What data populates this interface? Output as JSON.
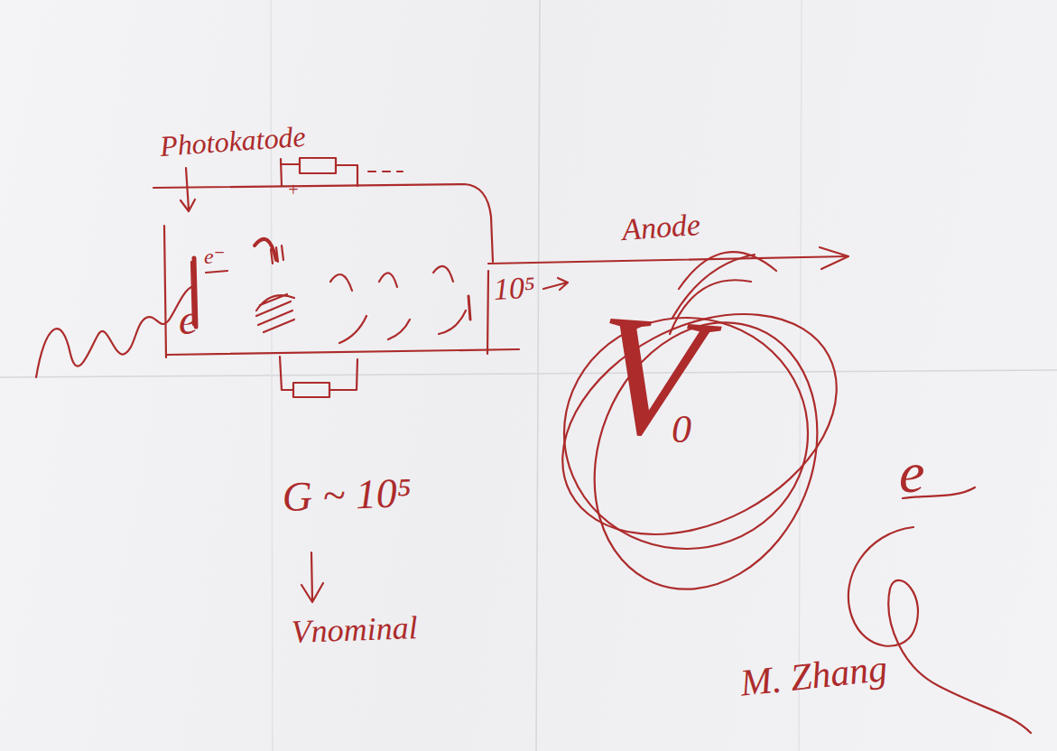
{
  "diagram": {
    "labels": [
      "Photokatode",
      "+",
      "e⁻",
      "e",
      "10⁵",
      "Anode",
      "V",
      "0",
      "G ~ 10⁵",
      "Vnominal",
      "e",
      "M. Zhang"
    ]
  }
}
